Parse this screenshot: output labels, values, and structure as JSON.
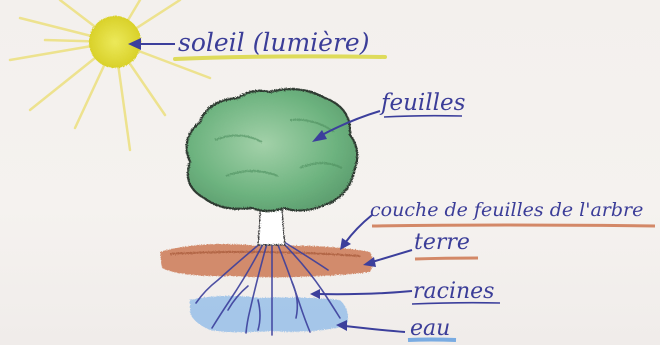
{
  "diagram": {
    "labels": {
      "soleil": "soleil (lumière)",
      "feuilles": "feuilles",
      "couche": "couche de feuilles de l'arbre",
      "terre": "terre",
      "racines": "racines",
      "eau": "eau"
    },
    "colors": {
      "sun": "#e5df3a",
      "sun_rays": "#ece07e",
      "foliage": "#79bb8a",
      "foliage_outline": "#2f3a30",
      "trunk": "#ffffff",
      "soil": "#c9744f",
      "water": "#86b6e6",
      "roots": "#3c3f9c",
      "label_ink": "#3b3d98"
    },
    "icons": [
      "sun-icon",
      "tree-icon",
      "soil-band",
      "water-band",
      "roots"
    ]
  }
}
